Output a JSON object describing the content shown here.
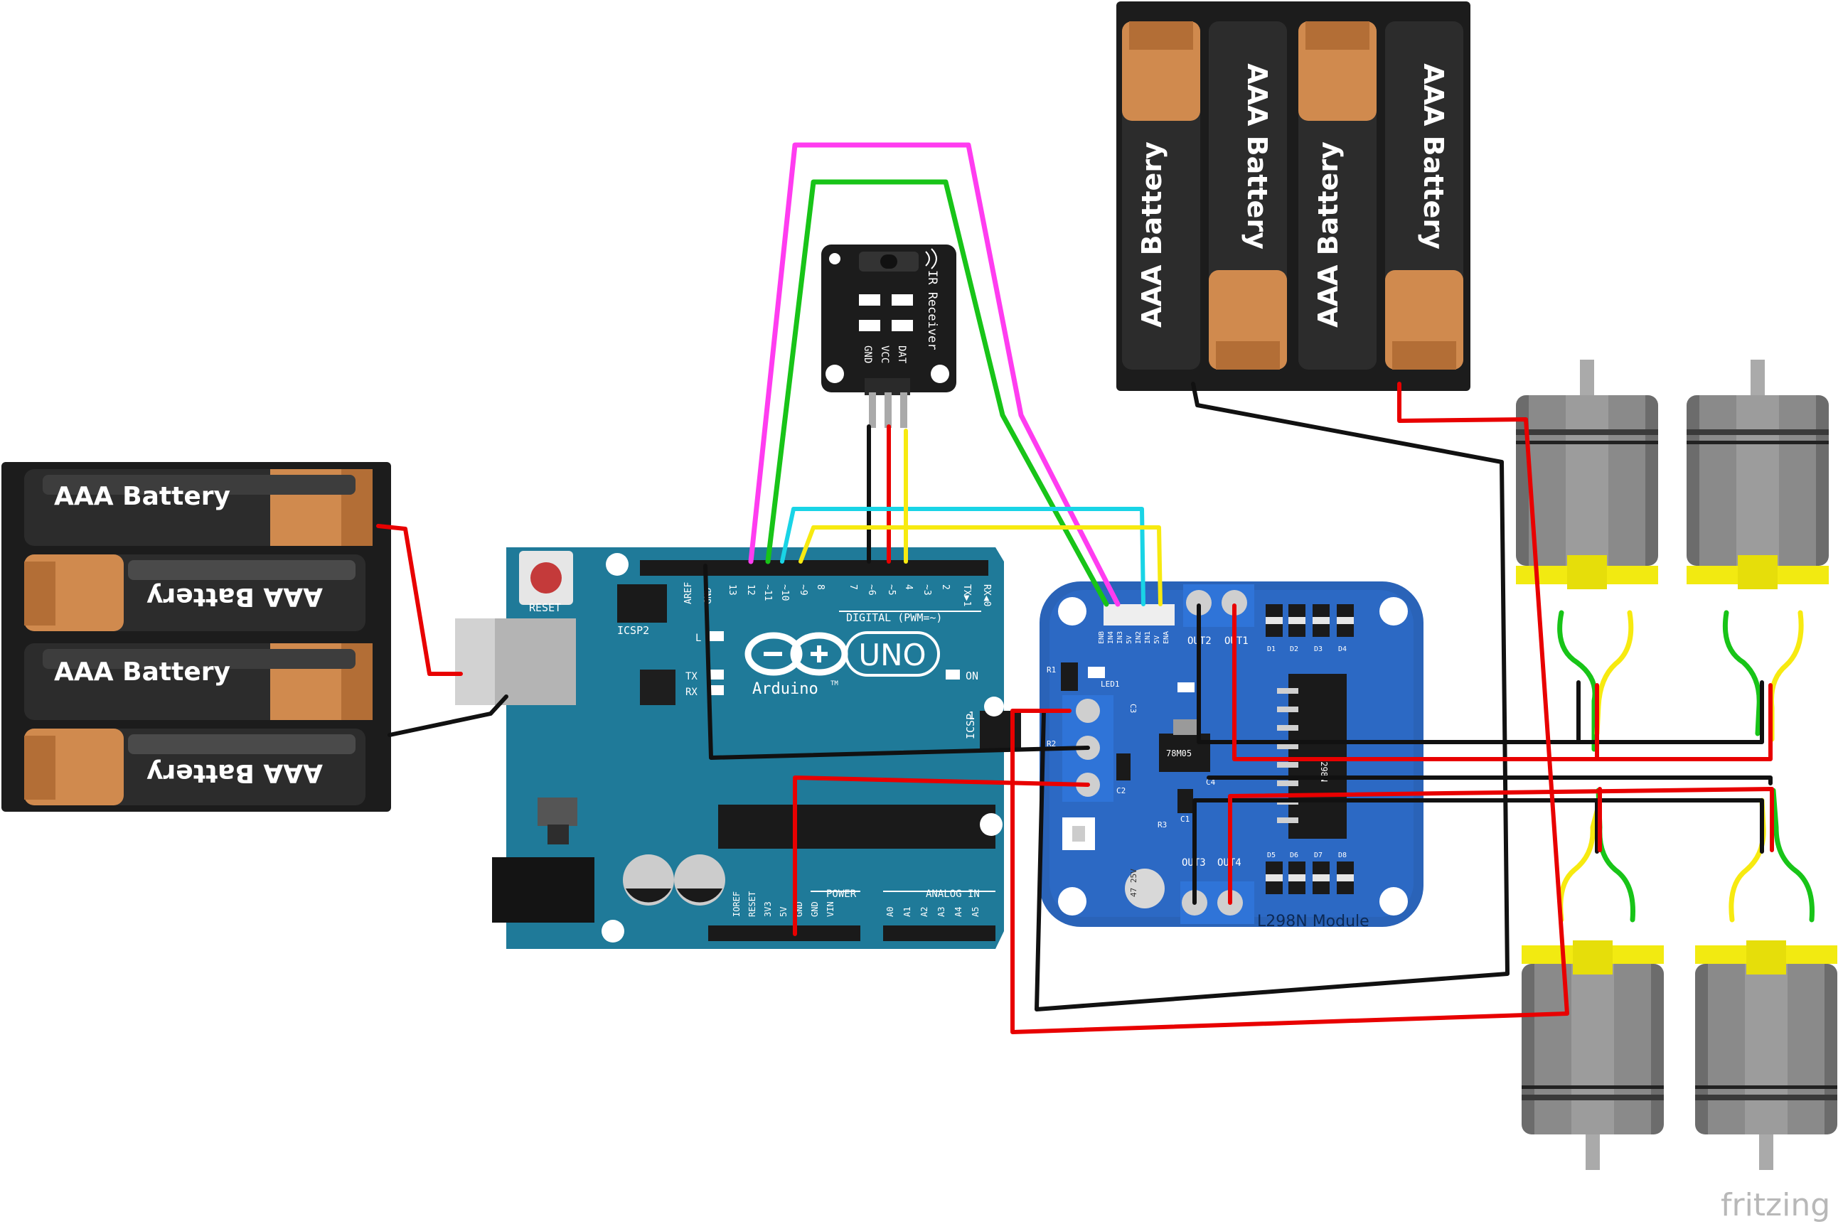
{
  "colors": {
    "board_teal": "#1f7a99",
    "board_blue": "#2a63b8",
    "battery_orange": "#d08a4e",
    "battery_dark": "#2b2b2b",
    "motor_yellow": "#f2ea11",
    "wire_red": "#e80000",
    "wire_black": "#111111",
    "wire_magenta": "#ff3cf0",
    "wire_green": "#18c418",
    "wire_cyan": "#19d4e6",
    "wire_yellow": "#f7ea10"
  },
  "battery_pack_left": {
    "cells": [
      "AAA Battery",
      "AAA Battery",
      "AAA Battery",
      "AAA Battery"
    ]
  },
  "battery_pack_top": {
    "cells": [
      "AAA Battery",
      "AAA Battery",
      "AAA Battery",
      "AAA Battery"
    ]
  },
  "arduino": {
    "reset": "RESET",
    "icsp2": "ICSP2",
    "icsp": "ICSP",
    "icsp_pin": "1",
    "brand": "Arduino",
    "model": "UNO",
    "tm": "TM",
    "on": "ON",
    "l": "L",
    "tx": "TX",
    "rx": "RX",
    "digital": "DIGITAL (PWM=~)",
    "power": "POWER",
    "analog": "ANALOG IN",
    "aref": "AREF",
    "gnd": "GND",
    "digital_pins": [
      "13",
      "12",
      "~11",
      "~10",
      "~9",
      "8",
      "7",
      "~6",
      "~5",
      "4",
      "~3",
      "2",
      "TX▶1",
      "RX◀0"
    ],
    "power_pins": [
      "IOREF",
      "RESET",
      "3V3",
      "5V",
      "GND",
      "GND",
      "VIN"
    ],
    "analog_pins": [
      "A0",
      "A1",
      "A2",
      "A3",
      "A4",
      "A5"
    ]
  },
  "ir_receiver": {
    "title": "IR Receiver",
    "pins": [
      "GND",
      "VCC",
      "DAT"
    ]
  },
  "l298n": {
    "title": "L298N Module",
    "top_pins": [
      "ENB",
      "IN4",
      "IN3",
      "5V",
      "IN2",
      "IN1",
      "5V",
      "ENA"
    ],
    "out_top": [
      "OUT2",
      "OUT1"
    ],
    "out_bottom": [
      "OUT3",
      "OUT4"
    ],
    "cap": "47 25V",
    "diodes": [
      "D1",
      "D2",
      "D3",
      "D4",
      "D5",
      "D6",
      "D7",
      "D8"
    ],
    "left_labels": [
      "R1",
      "R2",
      "LED1",
      "C1",
      "C2",
      "C3",
      "C4",
      "R3"
    ],
    "reg": "78M05",
    "chip": "L298N"
  },
  "watermark": "fritzing"
}
